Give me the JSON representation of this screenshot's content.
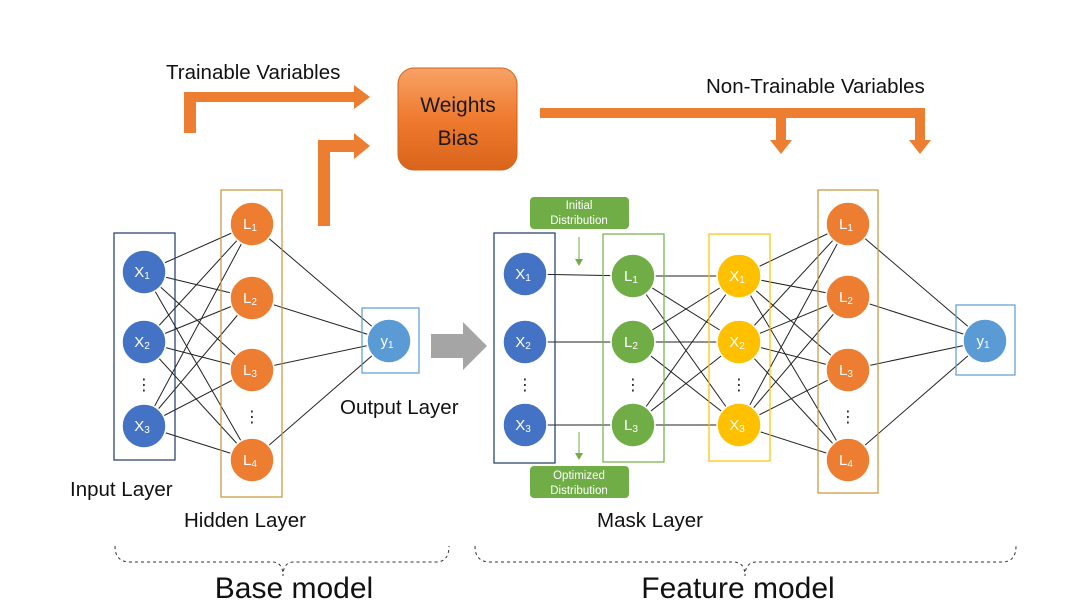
{
  "labels": {
    "trainable": "Trainable Variables",
    "non_trainable": "Non-Trainable Variables",
    "weights": "Weights",
    "bias": "Bias",
    "input_layer": "Input Layer",
    "hidden_layer": "Hidden Layer",
    "output_layer": "Output Layer",
    "mask_layer": "Mask Layer",
    "base_model": "Base model",
    "feature_model": "Feature model",
    "initial_1": "Initial",
    "initial_2": "Distribution",
    "optimized_1": "Optimized",
    "optimized_2": "Distribution"
  },
  "nodes": {
    "base_input": [
      {
        "main": "X",
        "sub": "1"
      },
      {
        "main": "X",
        "sub": "2"
      },
      {
        "main": "X",
        "sub": "3"
      }
    ],
    "base_hidden": [
      {
        "main": "L",
        "sub": "1"
      },
      {
        "main": "L",
        "sub": "2"
      },
      {
        "main": "L",
        "sub": "3"
      },
      {
        "main": "L",
        "sub": "4"
      }
    ],
    "base_output": [
      {
        "main": "y",
        "sub": "1"
      }
    ],
    "feat_input": [
      {
        "main": "X",
        "sub": "1"
      },
      {
        "main": "X",
        "sub": "2"
      },
      {
        "main": "X",
        "sub": "3"
      }
    ],
    "feat_mask": [
      {
        "main": "L",
        "sub": "1"
      },
      {
        "main": "L",
        "sub": "2"
      },
      {
        "main": "L",
        "sub": "3"
      }
    ],
    "feat_masked": [
      {
        "main": "X",
        "sub": "1"
      },
      {
        "main": "X",
        "sub": "2"
      },
      {
        "main": "X",
        "sub": "3"
      }
    ],
    "feat_hidden": [
      {
        "main": "L",
        "sub": "1"
      },
      {
        "main": "L",
        "sub": "2"
      },
      {
        "main": "L",
        "sub": "3"
      },
      {
        "main": "L",
        "sub": "4"
      }
    ],
    "feat_output": [
      {
        "main": "y",
        "sub": "1"
      }
    ]
  },
  "ellipsis": "⋮",
  "colors": {
    "orange": "#ed7d31",
    "orange_dark": "#c65a14",
    "blue": "#4472c4",
    "light_blue": "#5b9bd5",
    "green": "#70ad47",
    "yellow": "#ffc000",
    "dark_blue_border": "#1f3864",
    "gray_arrow": "#a5a5a5"
  }
}
